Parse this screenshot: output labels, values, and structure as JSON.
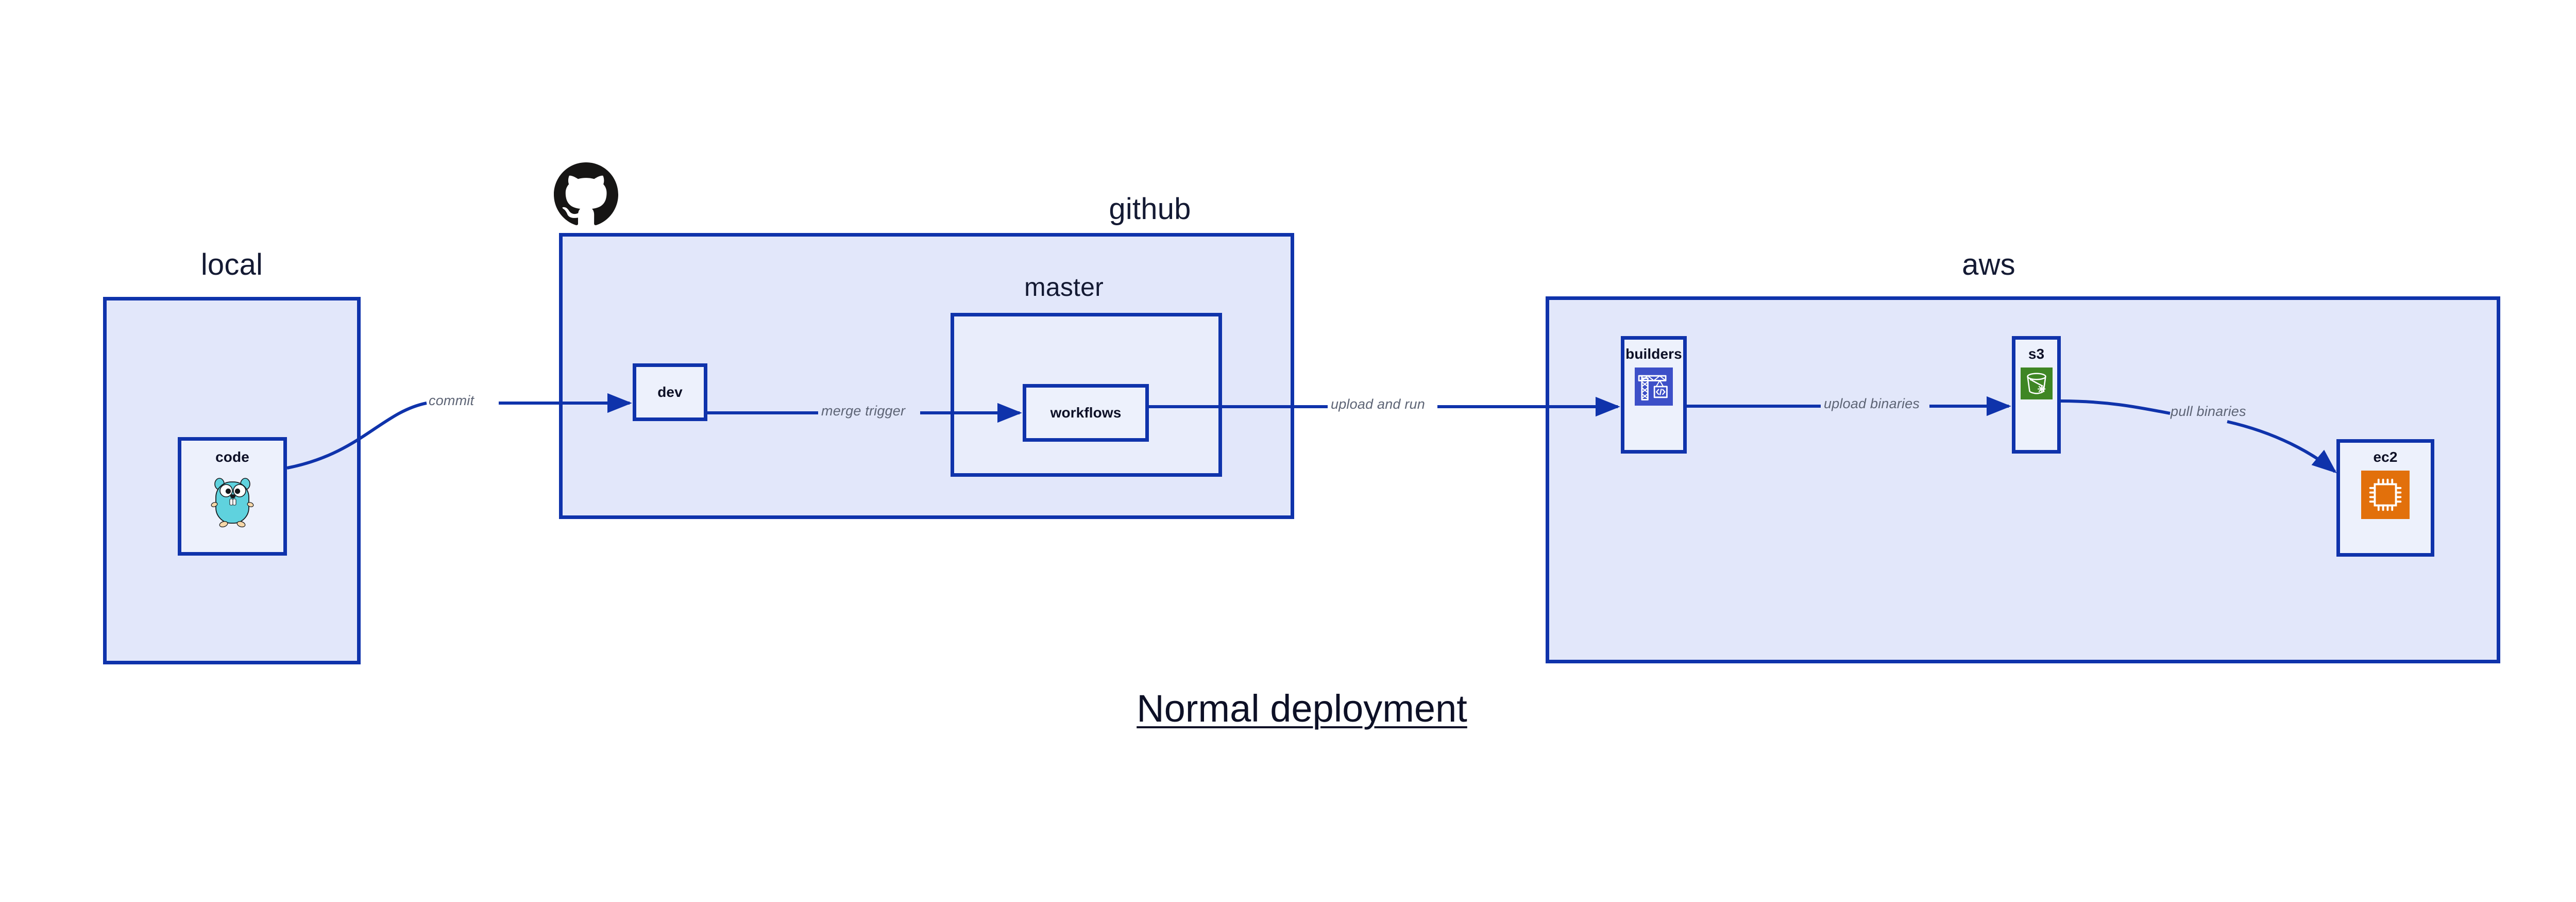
{
  "diagram": {
    "title": "Normal deployment",
    "colors": {
      "border": "#0f33ab",
      "group_fill": "#e2e7fa",
      "inner_fill": "#e9edfb",
      "node_fill": "#edf1fc",
      "arrow": "#0f33ab",
      "edge_label": "#5d6475",
      "text": "#0d1026",
      "builders_icon_bg": "#3d50c8",
      "s3_icon_bg": "#3f8624",
      "ec2_icon_bg": "#e2700b",
      "gopher_body": "#5fd2de",
      "octocat": "#161514"
    },
    "groups": [
      {
        "id": "local",
        "label": "local"
      },
      {
        "id": "github",
        "label": "github"
      },
      {
        "id": "master",
        "label": "master"
      },
      {
        "id": "aws",
        "label": "aws"
      }
    ],
    "nodes": [
      {
        "id": "code",
        "label": "code",
        "icon": "go-gopher-icon"
      },
      {
        "id": "dev",
        "label": "dev",
        "icon": "none"
      },
      {
        "id": "workflows",
        "label": "workflows",
        "icon": "none"
      },
      {
        "id": "builders",
        "label": "builders",
        "icon": "aws-codebuild-crane-icon"
      },
      {
        "id": "s3",
        "label": "s3",
        "icon": "aws-s3-glacier-bucket-icon"
      },
      {
        "id": "ec2",
        "label": "ec2",
        "icon": "aws-ec2-chip-icon"
      }
    ],
    "edges": [
      {
        "id": "code-to-dev",
        "from": "code",
        "to": "dev",
        "label": "commit"
      },
      {
        "id": "dev-to-workflows",
        "from": "dev",
        "to": "workflows",
        "label": "merge trigger"
      },
      {
        "id": "workflows-to-builders",
        "from": "workflows",
        "to": "builders",
        "label": "upload and run"
      },
      {
        "id": "builders-to-s3",
        "from": "builders",
        "to": "s3",
        "label": "upload binaries"
      },
      {
        "id": "s3-to-ec2",
        "from": "s3",
        "to": "ec2",
        "label": "pull binaries"
      }
    ],
    "logos": [
      {
        "id": "octocat",
        "name": "github-octocat-logo"
      }
    ]
  }
}
